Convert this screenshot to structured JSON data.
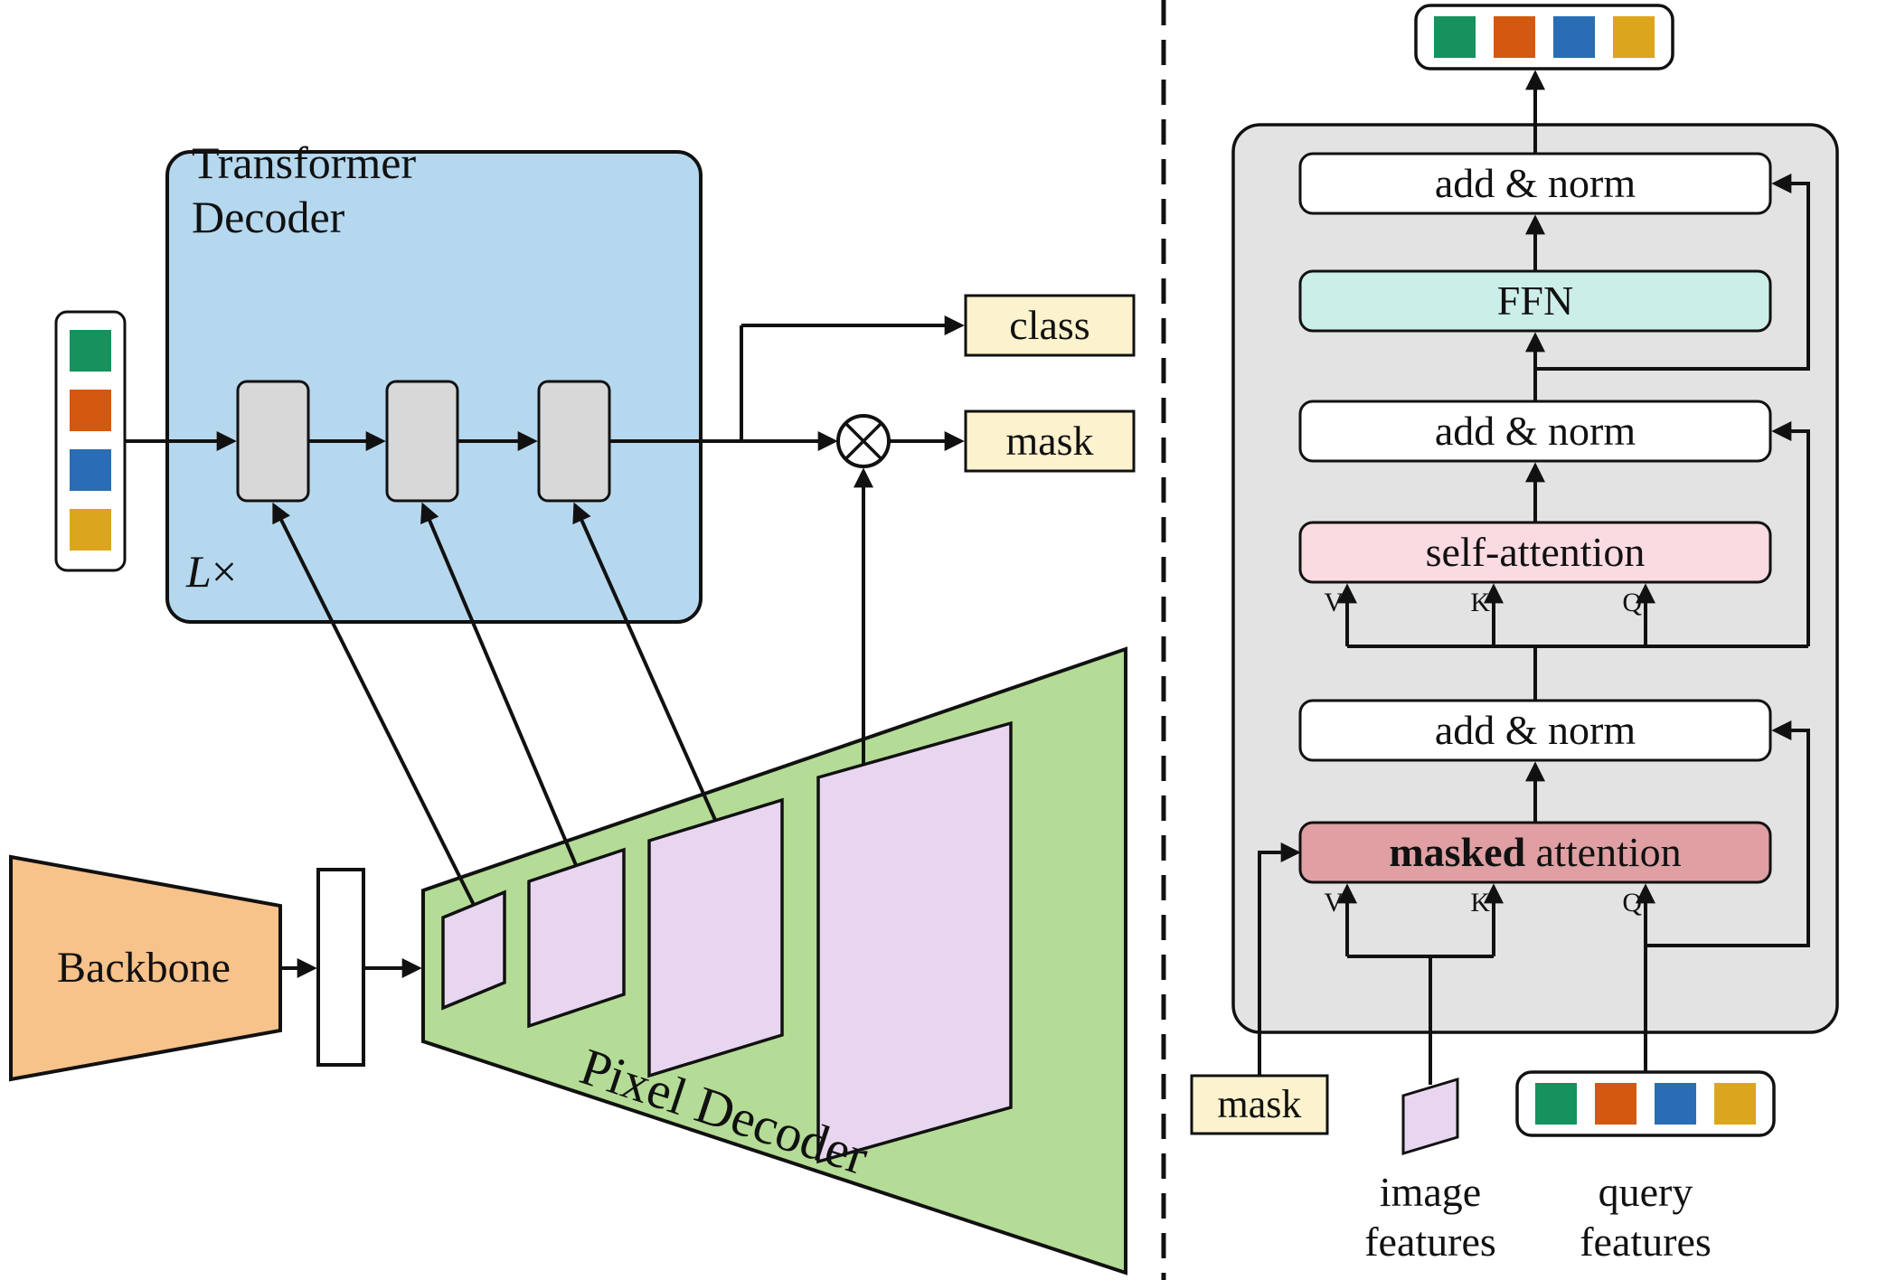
{
  "left": {
    "transformer_decoder_title": "Transformer Decoder",
    "loop_label_l": "L",
    "loop_label_times": "×",
    "class_label": "class",
    "mask_label": "mask",
    "backbone_label": "Backbone",
    "pixel_decoder_label": "Pixel Decoder"
  },
  "right": {
    "add_norm_label": "add & norm",
    "ffn_label": "FFN",
    "self_attention_label": "self-attention",
    "masked_label_bold": "masked",
    "masked_label_rest": " attention",
    "v_label": "V",
    "k_label": "K",
    "q_label": "Q",
    "mask_input_label": "mask",
    "image_features_label": "image features",
    "query_features_label": "query features"
  },
  "colors": {
    "token_green": "#15925e",
    "token_orange": "#d2590f",
    "token_blue": "#2a6db4",
    "token_amber": "#dca61c",
    "decoder_blue": "#b5d8ef",
    "block_gray": "#d8d8d8",
    "pixel_green": "#b4dc96",
    "feature_purple": "#e8d6f0",
    "backbone_orange": "#f8c28b",
    "label_yellow": "#fcf2cd",
    "ffn_teal": "#cceee8",
    "self_attn_pink": "#fbdbe2",
    "masked_attn_red": "#df9fa3",
    "panel_gray": "#e3e3e3",
    "line_black": "#111111"
  }
}
